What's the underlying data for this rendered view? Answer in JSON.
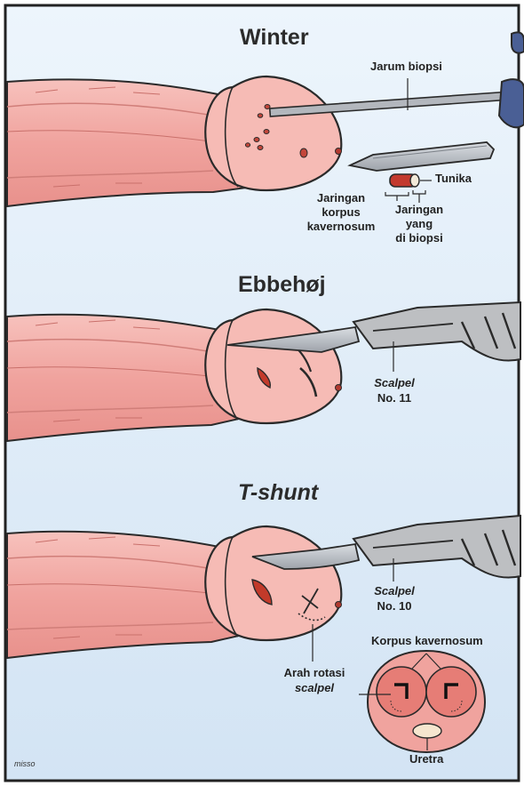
{
  "panels": [
    {
      "title": "Winter"
    },
    {
      "title": "Ebbehøj"
    },
    {
      "title": "T-shunt"
    }
  ],
  "labels": {
    "needle": "Jarum biopsi",
    "tunica": "Tunika",
    "corpus_tissue": [
      "Jaringan",
      "korpus",
      "kavernosum"
    ],
    "biopsied_tissue": [
      "Jaringan",
      "yang",
      "di biopsi"
    ],
    "scalpel_11": [
      "Scalpel",
      "No. 11"
    ],
    "scalpel_10": [
      "Scalpel",
      "No. 10"
    ],
    "rotation": [
      "Arah rotasi",
      "scalpel"
    ],
    "corpus_cavernosum": "Korpus kavernosum",
    "urethra": "Uretra"
  },
  "signature": "misso",
  "colors": {
    "background_top": "#eaf3fb",
    "background_bottom": "#d6e6f5",
    "shaft": "#f2aaa5",
    "glans": "#f5b8b2",
    "outline": "#2a2a2a",
    "steel": "#a9adb3",
    "handle_blue": "#4a5f95",
    "wound": "#c23a2a"
  }
}
